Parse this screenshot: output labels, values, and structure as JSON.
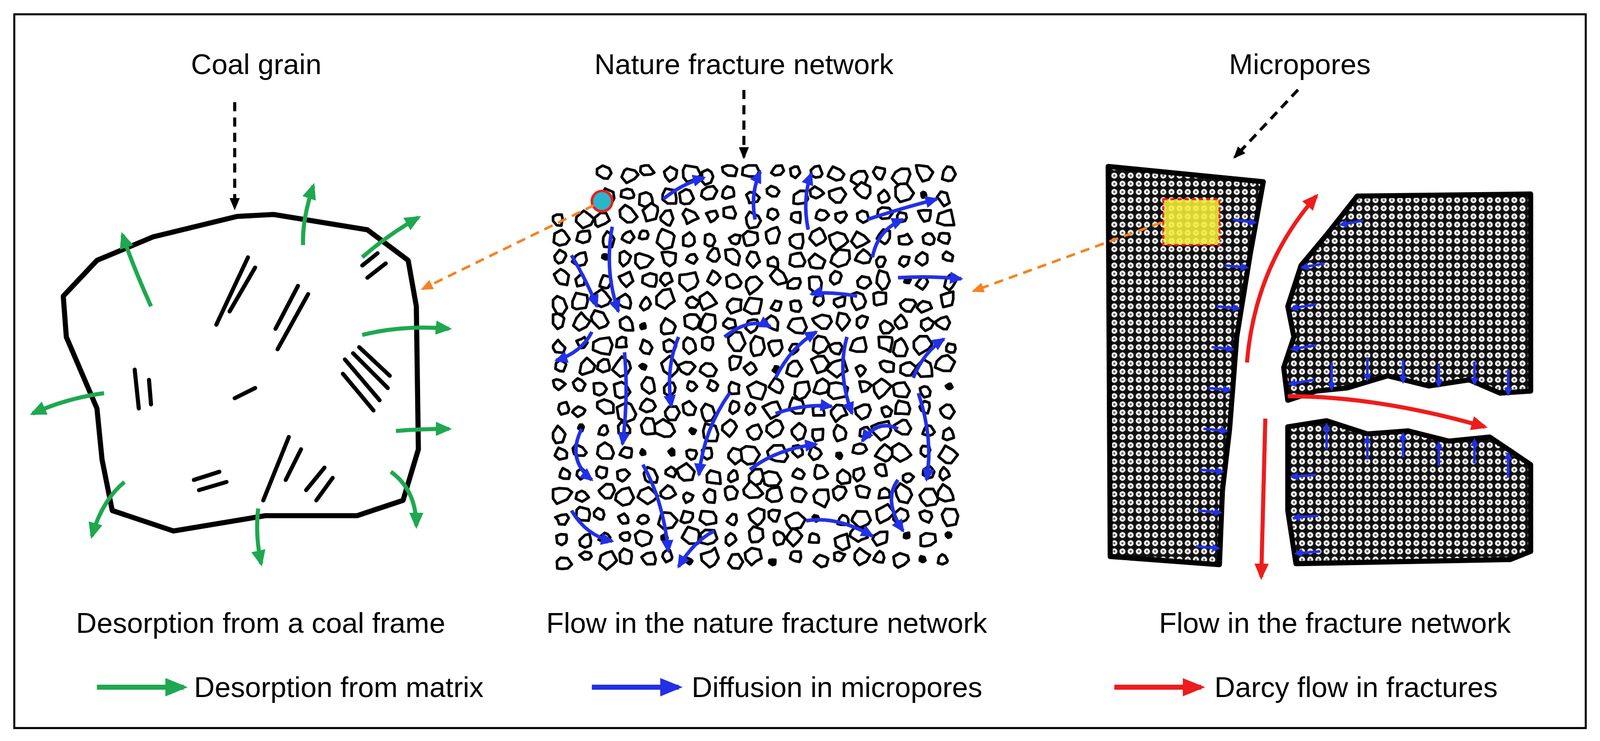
{
  "diagram": {
    "labels": [
      "Coal grain",
      "Nature fracture network",
      "Micropores",
      "Desorption from a coal frame",
      "Flow in the nature fracture network",
      "Flow in the fracture network"
    ],
    "legend": [
      {
        "text": "Desorption from matrix"
      },
      {
        "text": "Diffusion in micropores"
      },
      {
        "text": "Darcy flow in fractures"
      }
    ]
  }
}
